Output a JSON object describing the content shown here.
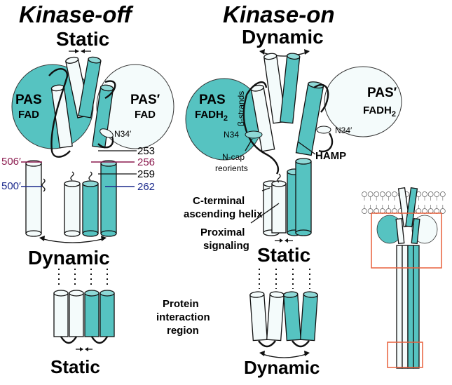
{
  "titles": {
    "off": "Kinase-off",
    "on": "Kinase-on"
  },
  "states": {
    "off_top": "Static",
    "off_mid": "Dynamic",
    "off_bottom": "Static",
    "on_top": "Dynamic",
    "on_mid": "Static",
    "on_bottom": "Dynamic"
  },
  "off_domains": {
    "pas": "PAS",
    "pas_sub": "FAD",
    "pas_prime": "PAS′",
    "pas_prime_sub": "FAD"
  },
  "on_domains": {
    "pas": "PAS",
    "pas_sub": "FADH",
    "pas_sub_index": "2",
    "pas_prime": "PAS′",
    "pas_prime_sub": "FADH",
    "pas_prime_sub_index": "2"
  },
  "residues": {
    "n34_prime_off": "N34′",
    "r253": "253",
    "r256": "256",
    "r259": "259",
    "r262": "262",
    "r506": "506′",
    "r500": "500′",
    "n34_on": "N34",
    "n34_prime_on": "N34′"
  },
  "annotations": {
    "beta_strands": "β-strands",
    "ncap_line1": "N-cap",
    "ncap_line2": "reorients",
    "hamp": "HAMP",
    "cterm_line1": "C-terminal",
    "cterm_line2": "ascending helix",
    "prox_line1": "Proximal",
    "prox_line2": "signaling",
    "protein_line1": "Protein",
    "protein_line2": "interaction",
    "protein_line3": "region"
  },
  "colors": {
    "cyan": "#56c3c1",
    "cyan_light": "#8ed8d6",
    "pale": "#f4fbfb",
    "residue_magenta": "#8b1a4e",
    "residue_blue": "#1c2a8c",
    "highlight_box": "#e8603c"
  }
}
